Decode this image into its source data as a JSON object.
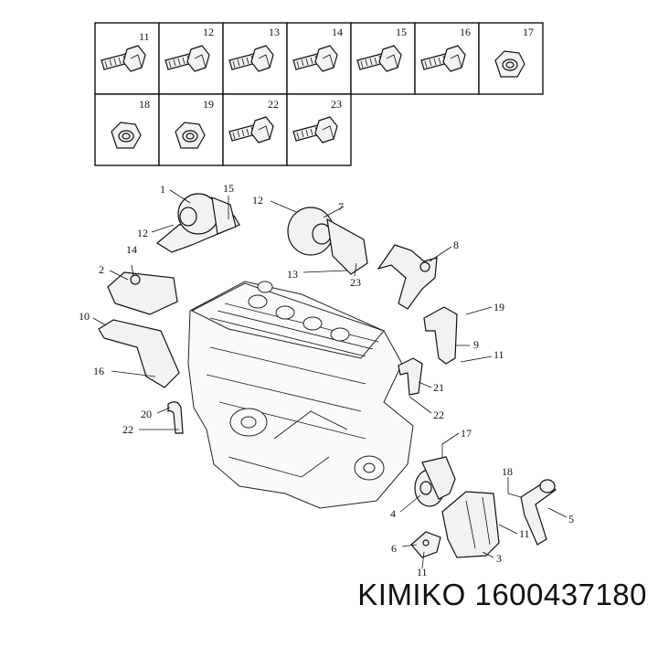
{
  "fasteners": [
    {
      "label": "11",
      "kind": "bolt"
    },
    {
      "label": "12",
      "kind": "bolt"
    },
    {
      "label": "13",
      "kind": "bolt"
    },
    {
      "label": "14",
      "kind": "bolt"
    },
    {
      "label": "15",
      "kind": "bolt"
    },
    {
      "label": "16",
      "kind": "bolt"
    },
    {
      "label": "17",
      "kind": "nut"
    },
    {
      "label": "18",
      "kind": "nut"
    },
    {
      "label": "19",
      "kind": "nut"
    },
    {
      "label": "22",
      "kind": "bolt"
    },
    {
      "label": "23",
      "kind": "bolt"
    }
  ],
  "callouts": [
    "1",
    "15",
    "12",
    "2",
    "14",
    "10",
    "16",
    "20",
    "22",
    "12",
    "7",
    "13",
    "23",
    "8",
    "19",
    "9",
    "11",
    "21",
    "22",
    "17",
    "4",
    "18",
    "5",
    "11",
    "6",
    "11",
    "3"
  ],
  "caption": {
    "brand": "KIMIKO",
    "part_number": "1600437180"
  }
}
